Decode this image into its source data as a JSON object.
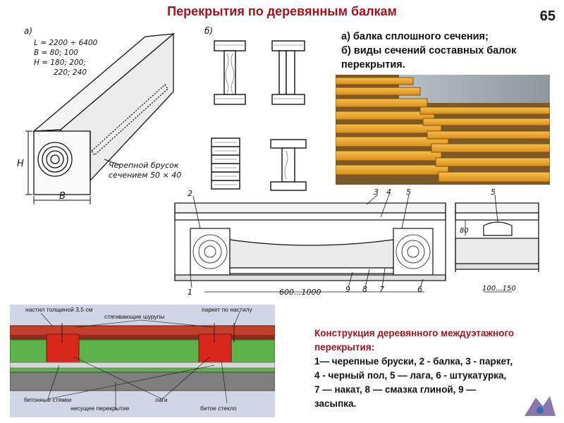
{
  "title": "Перекрытия по деревянным балкам",
  "page_number": "65",
  "legend_top": {
    "line1": "а) балка сплошного сечения;",
    "line2": "б) виды сечений составных балок перекрытия."
  },
  "beam_drawing": {
    "label_a": "а)",
    "dims": [
      "L = 2200 ÷ 6400",
      "B = 80; 100",
      "H = 180; 200;",
      "220; 240"
    ],
    "label_H": "H",
    "label_B": "B",
    "cranial_note_1": "Черепной брусок",
    "cranial_note_2": "сечением  50 × 40"
  },
  "sections_drawing": {
    "label_b": "б)"
  },
  "cross_section": {
    "callouts": [
      "2",
      "3",
      "4",
      "5",
      "1",
      "9",
      "8",
      "7",
      "6"
    ],
    "span_dim": "600...1000",
    "detail_callout": "5",
    "detail_dim_height": "80",
    "detail_dim_width": "100...150"
  },
  "color_diagram": {
    "labels": {
      "deck": "настил толщиной 3,5 см",
      "screws": "стягивающие шурупы",
      "parquet": "паркет по настилу",
      "screeds": "бетонные стяжки",
      "joists": "лаги",
      "bearing": "несущее перекрытие",
      "glass": "битое стекло"
    },
    "colors": {
      "frame": "#cfd7e6",
      "deck": "#c0402a",
      "fill": "#5db24a",
      "joist": "#d9271e",
      "slab": "#7f7f7f"
    }
  },
  "legend_bottom": {
    "heading": "Конструкция деревянного междуэтажного перекрытия:",
    "line1": "1— черепные бруски, 2 - балка, 3 - паркет,",
    "line2": "4 - черный пол, 5 — лага, 6 - штукатурка,",
    "line3": "7 — накат, 8 — смазка глиной, 9 —",
    "line4": "засыпка."
  }
}
